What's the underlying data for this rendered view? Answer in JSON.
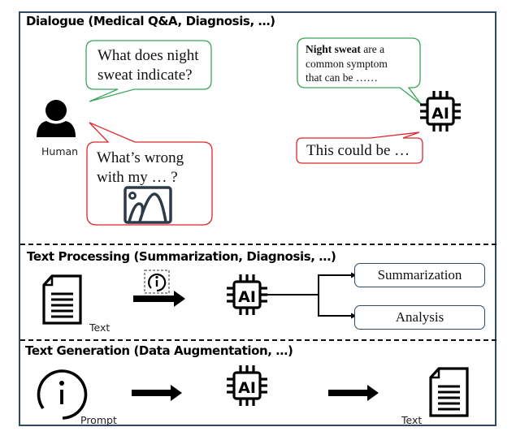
{
  "diagram": {
    "sections": [
      {
        "title": "Dialogue (Medical Q&A, Diagnosis, …)"
      },
      {
        "title": "Text Processing (Summarization, Diagnosis, …)"
      },
      {
        "title": "Text Generation (Data Augmentation, …)"
      }
    ],
    "dialogue": {
      "human_label": "Human",
      "human_question_text_line1": "What does night",
      "human_question_text_line2": "sweat indicate?",
      "human_image_question_line1": "What’s wrong",
      "human_image_question_line2": "with my … ?",
      "ai_answer_bold": "Night sweat",
      "ai_answer_line1_rest": " are a",
      "ai_answer_line2": "common symptom",
      "ai_answer_line3": "that can be ……",
      "ai_image_answer": "This could be …",
      "ai_chip_label": "AI",
      "colors": {
        "text_bubble": "#3aa55a",
        "image_bubble": "#e0262a"
      }
    },
    "text_processing": {
      "input_label": "Text",
      "ai_chip_label": "AI",
      "outputs": [
        "Summarization",
        "Analysis"
      ]
    },
    "text_generation": {
      "input_label": "Prompt",
      "ai_chip_label": "AI",
      "output_label": "Text"
    },
    "colors": {
      "frame": "#2f4a68",
      "ink": "#000000"
    }
  }
}
